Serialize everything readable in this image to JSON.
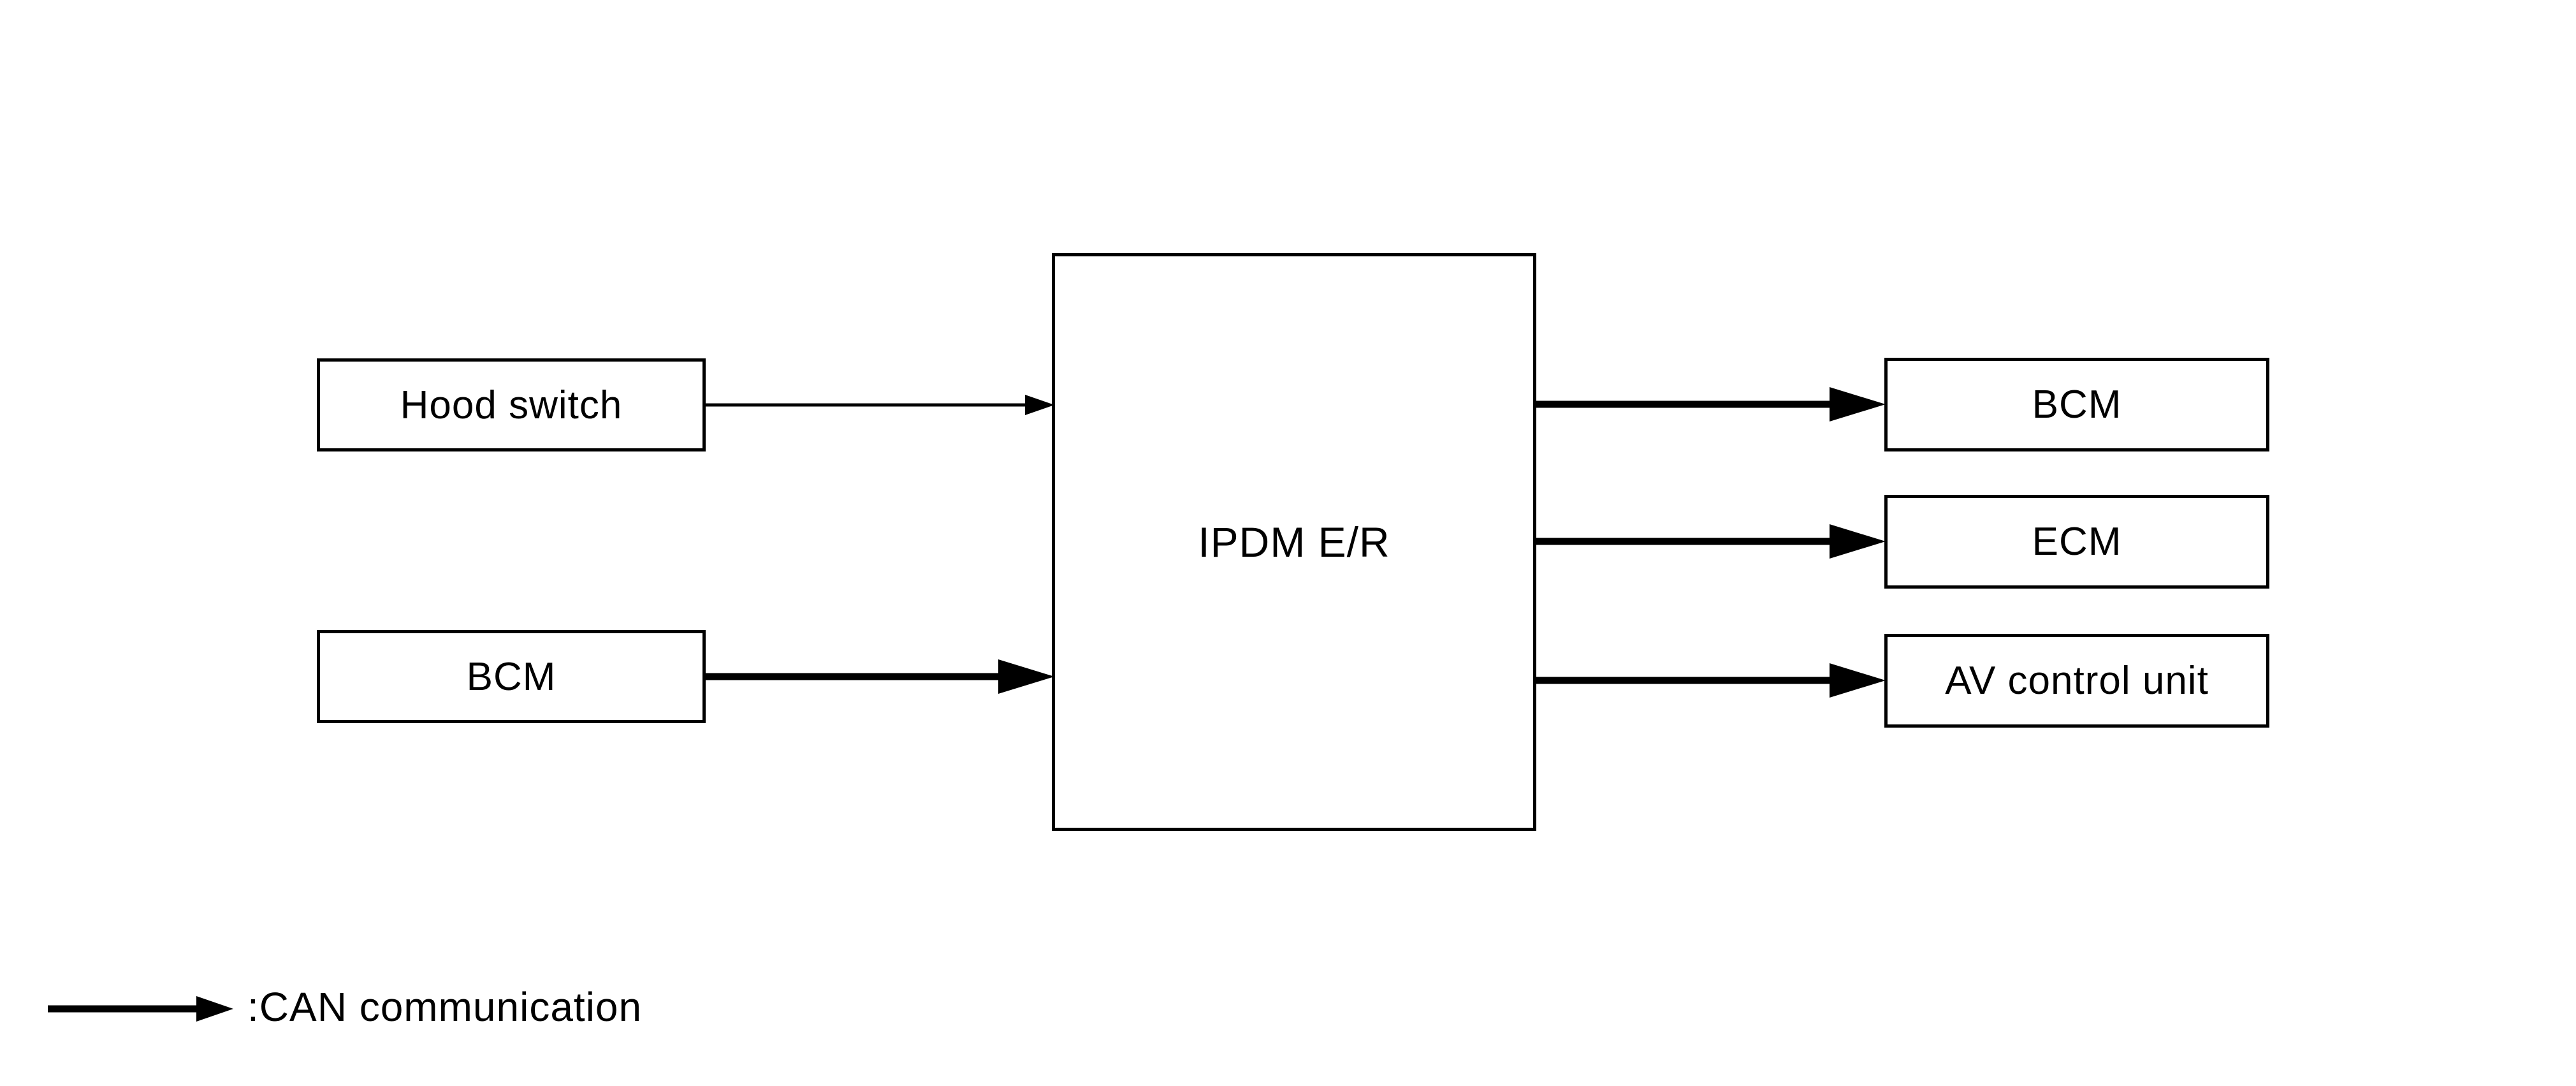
{
  "diagram": {
    "background_color": "#ffffff",
    "line_color": "#000000",
    "left_boxes": [
      {
        "label": "Hood switch",
        "arrow_to_center": "thin-signal"
      },
      {
        "label": "BCM",
        "arrow_to_center": "can-thick"
      }
    ],
    "center_box": {
      "label": "IPDM E/R"
    },
    "right_boxes": [
      {
        "label": "BCM",
        "arrow_from_center": "can-thick"
      },
      {
        "label": "ECM",
        "arrow_from_center": "can-thick"
      },
      {
        "label": "AV control unit",
        "arrow_from_center": "can-thick"
      }
    ],
    "legend": {
      "icon": "can-arrow-icon",
      "label": ":CAN communication"
    }
  }
}
